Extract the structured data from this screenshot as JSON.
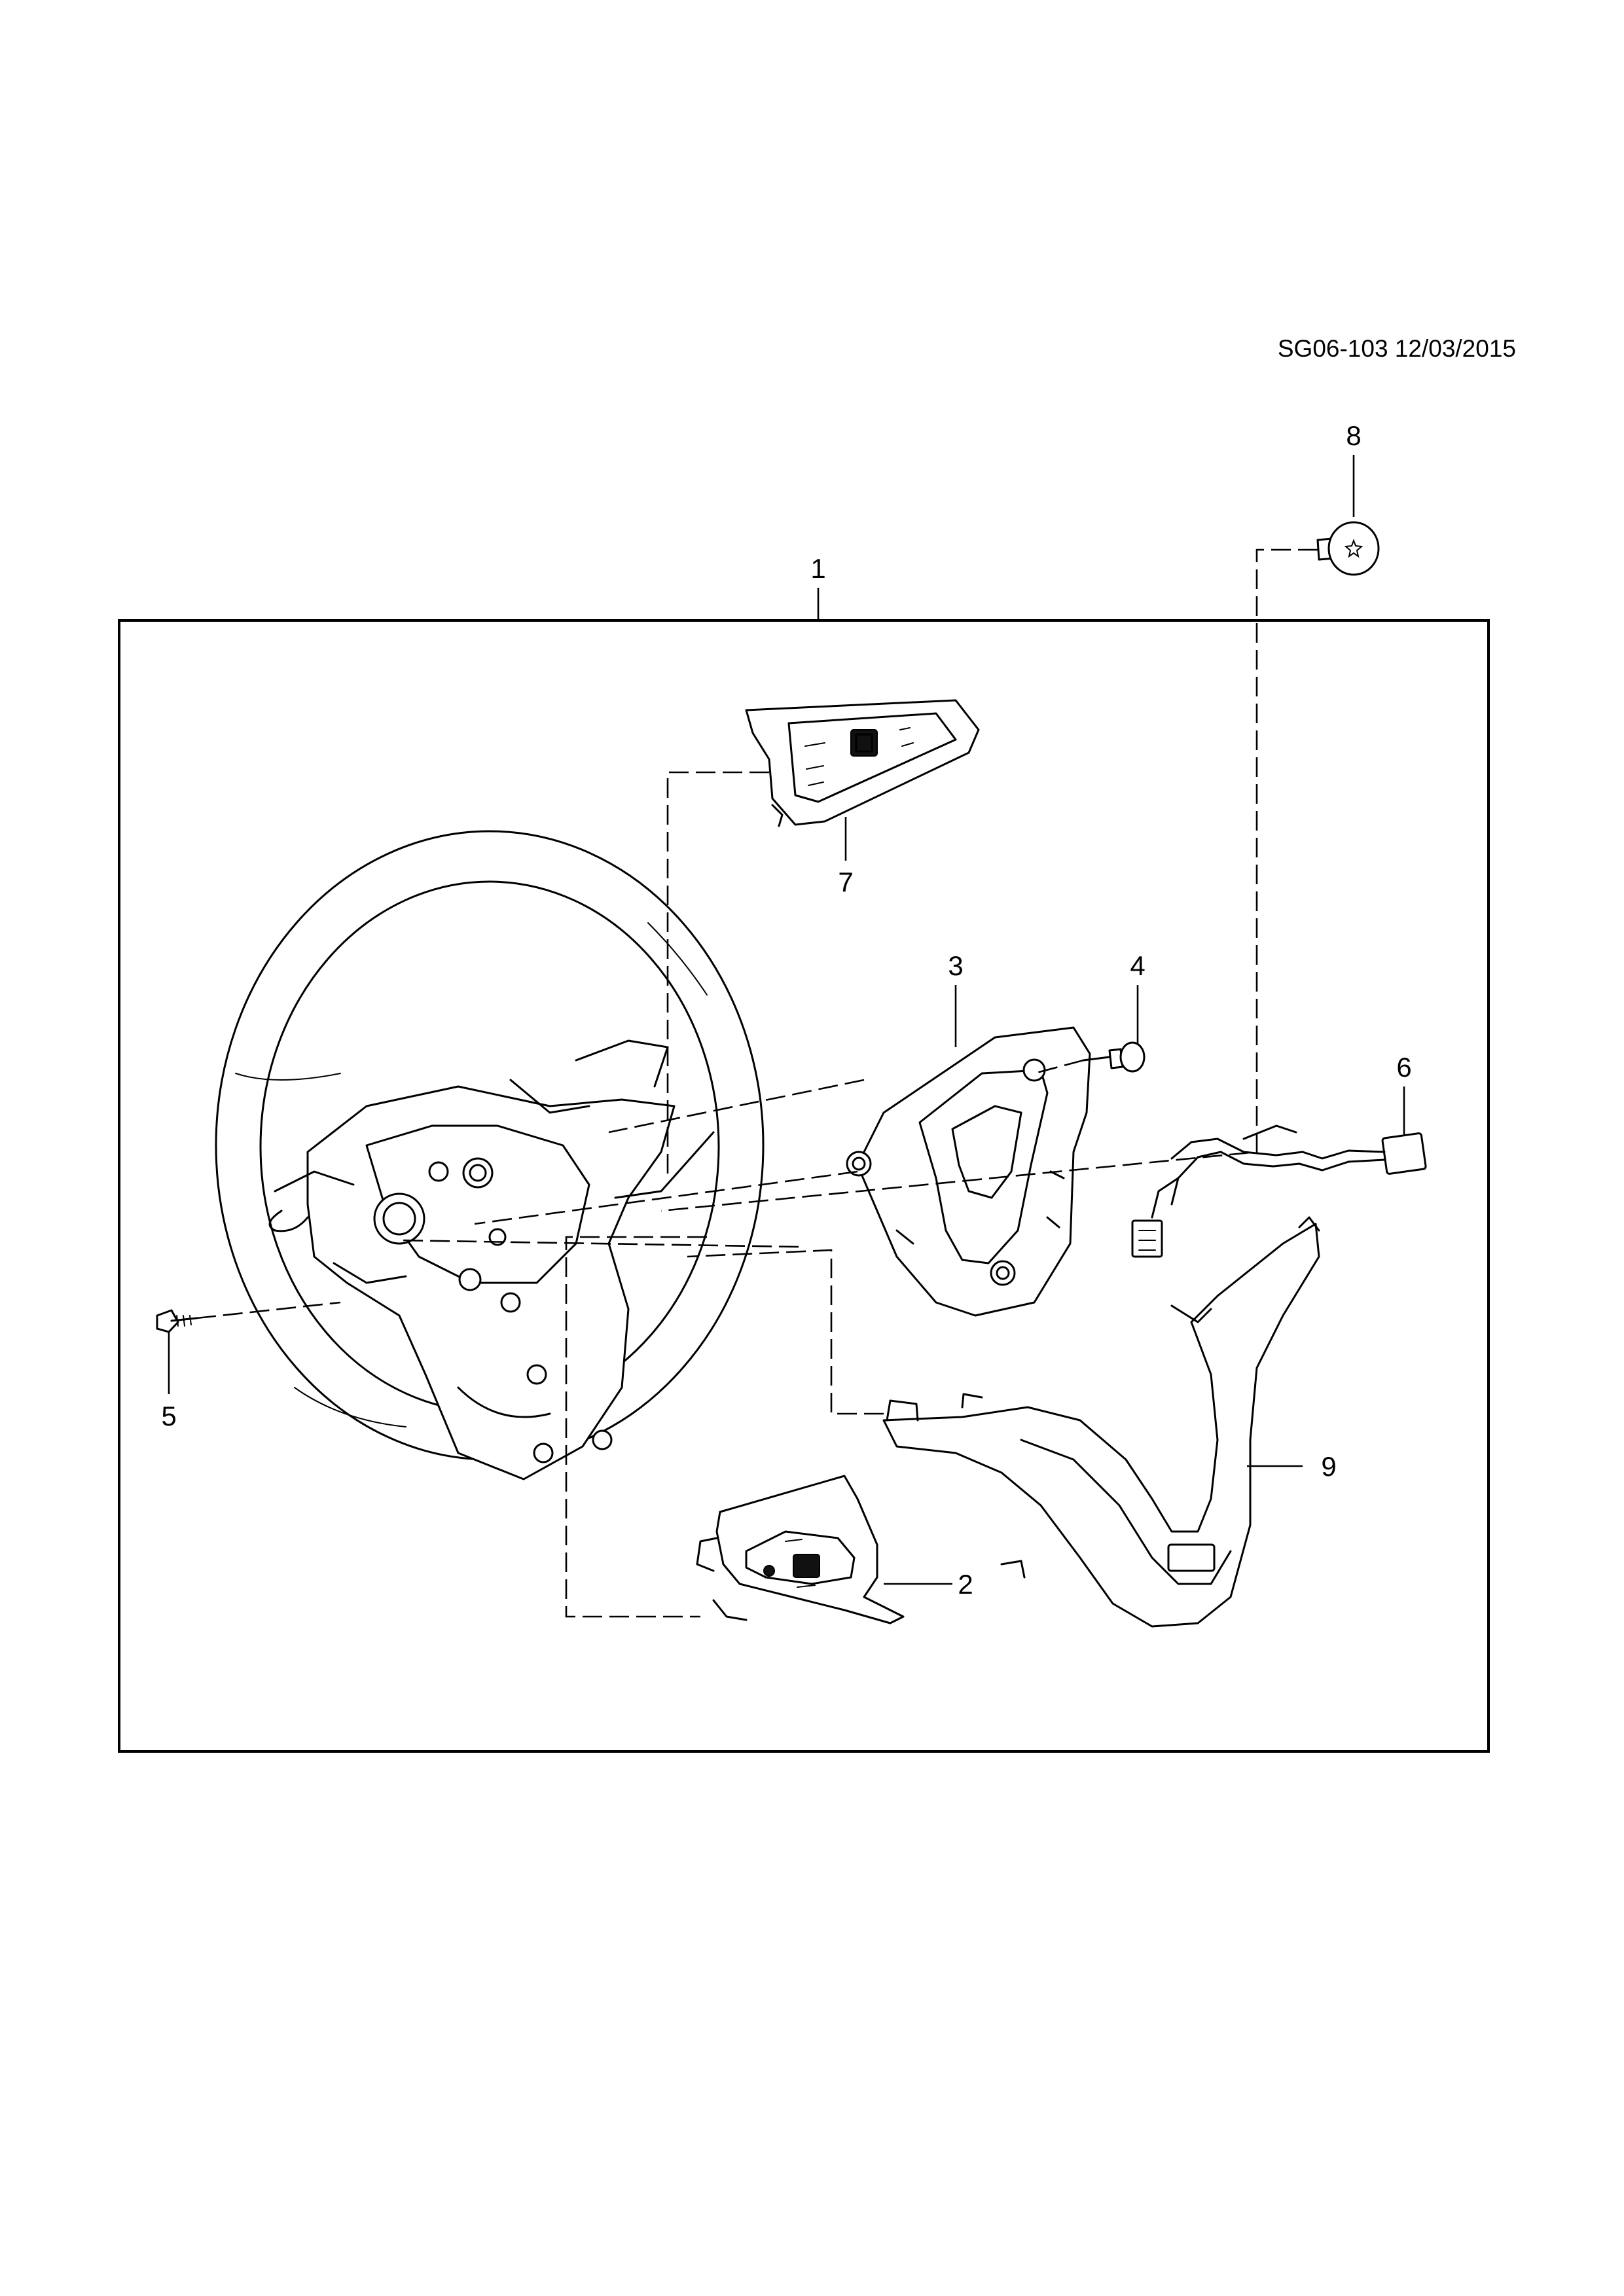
{
  "document_ref": "SG06-103 12/03/2015",
  "callouts": [
    {
      "id": "1",
      "label": "1"
    },
    {
      "id": "2",
      "label": "2"
    },
    {
      "id": "3",
      "label": "3"
    },
    {
      "id": "4",
      "label": "4"
    },
    {
      "id": "5",
      "label": "5"
    },
    {
      "id": "6",
      "label": "6"
    },
    {
      "id": "7",
      "label": "7"
    },
    {
      "id": "8",
      "label": "8"
    },
    {
      "id": "9",
      "label": "9"
    }
  ],
  "colors": {
    "line": "#000000",
    "background": "#ffffff"
  }
}
